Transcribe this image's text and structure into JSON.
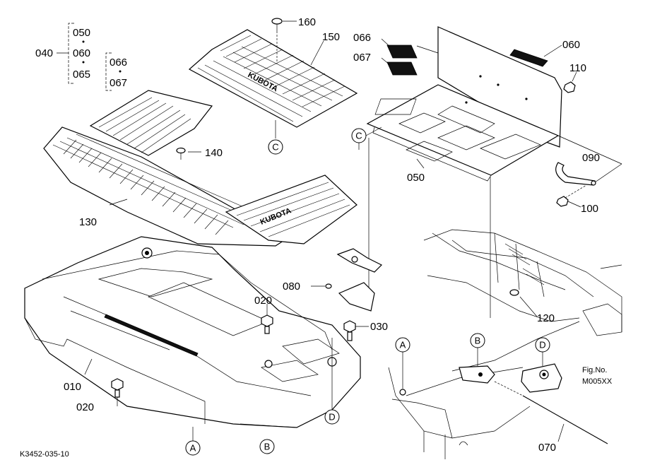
{
  "kit": {
    "label": "040",
    "members": [
      "050",
      "060",
      "065"
    ],
    "sub_members": [
      "066",
      "067"
    ]
  },
  "parts": {
    "p160": "160",
    "p150": "150",
    "p066": "066",
    "p067": "067",
    "p060": "060",
    "p110": "110",
    "p140": "140",
    "p090": "090",
    "p100": "100",
    "p050": "050",
    "p130": "130",
    "p080": "080",
    "p020a": "020",
    "p030": "030",
    "p120": "120",
    "p010": "010",
    "p020b": "020",
    "p070": "070"
  },
  "refs": {
    "c_top": "C",
    "c_left": "C",
    "a_frame": "A",
    "b_frame": "B",
    "d_frame": "D",
    "d_floor": "D",
    "a_bottom": "A",
    "b_bottom": "B"
  },
  "fig": {
    "line1": "Fig.No.",
    "line2": "M005XX"
  },
  "drawing_code": "K3452-035-10"
}
